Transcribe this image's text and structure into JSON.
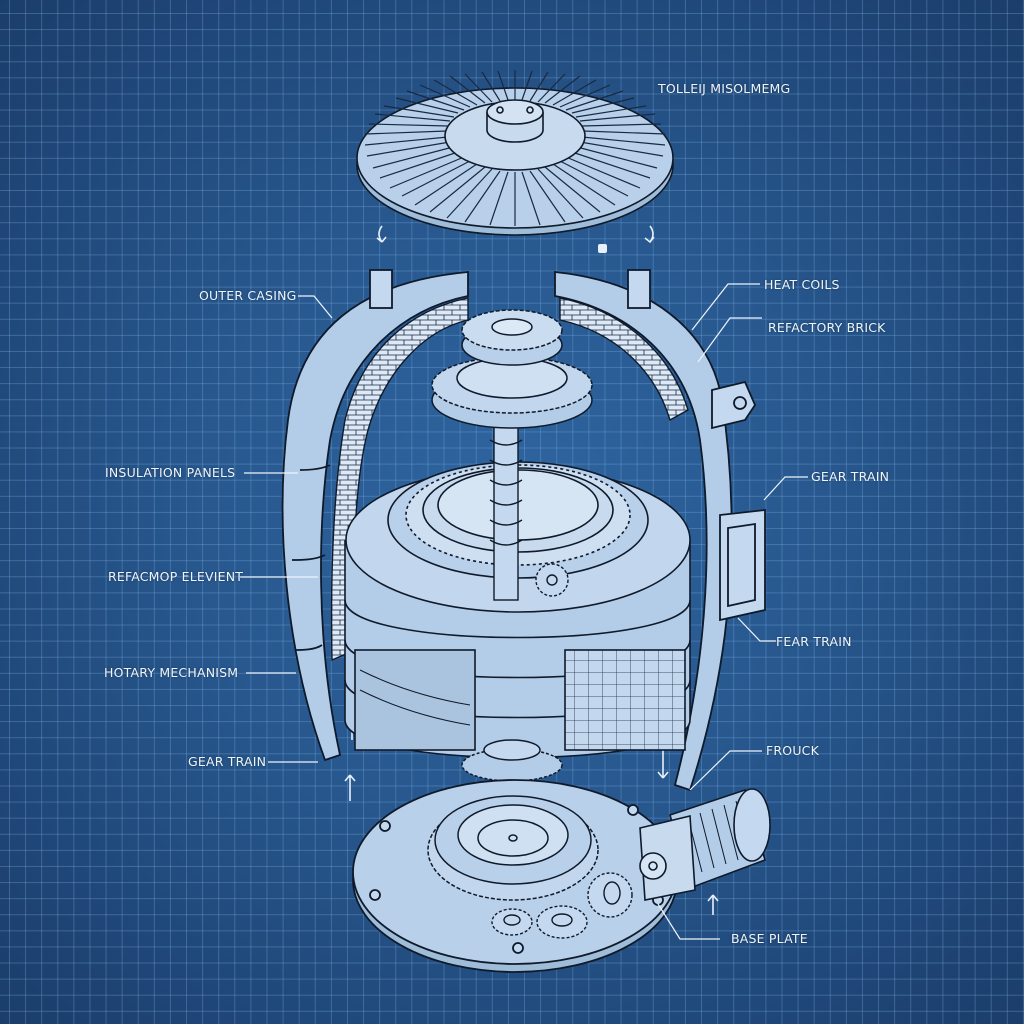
{
  "diagram": {
    "title": "TOLLEIJ MISOLMEMG",
    "style": "blueprint exploded view",
    "colors": {
      "background": "#27578d",
      "grid": "#78aadc",
      "part_fill": "#b8d0ea",
      "outline": "#0f1a2a",
      "label_text": "#eef4fb"
    },
    "labels": {
      "outer_casing": "OUTER CASING",
      "insulation_panels": "INSULATION PANELS",
      "refactory_element": "REFACMOP ELEVIENT",
      "hotary_mechanism": "HOTARY MECHANISM",
      "gear_train_left": "GEAR TRAIN",
      "heat_coils": "HEAT COILS",
      "refractory_brick": "REFACTORY BRICK",
      "gear_train_right": "GEAR TRAIN",
      "fear_train": "FEAR TRAIN",
      "frouck": "FROUCK",
      "base_plate": "BASE PLATE"
    },
    "components": [
      "finned-lid",
      "outer-casing-shells",
      "refractory-brick-lining",
      "stacked-gears",
      "worm-shaft",
      "ring-gear-assembly",
      "base-plate",
      "large-base-gear",
      "small-gears",
      "drive-motor"
    ]
  }
}
